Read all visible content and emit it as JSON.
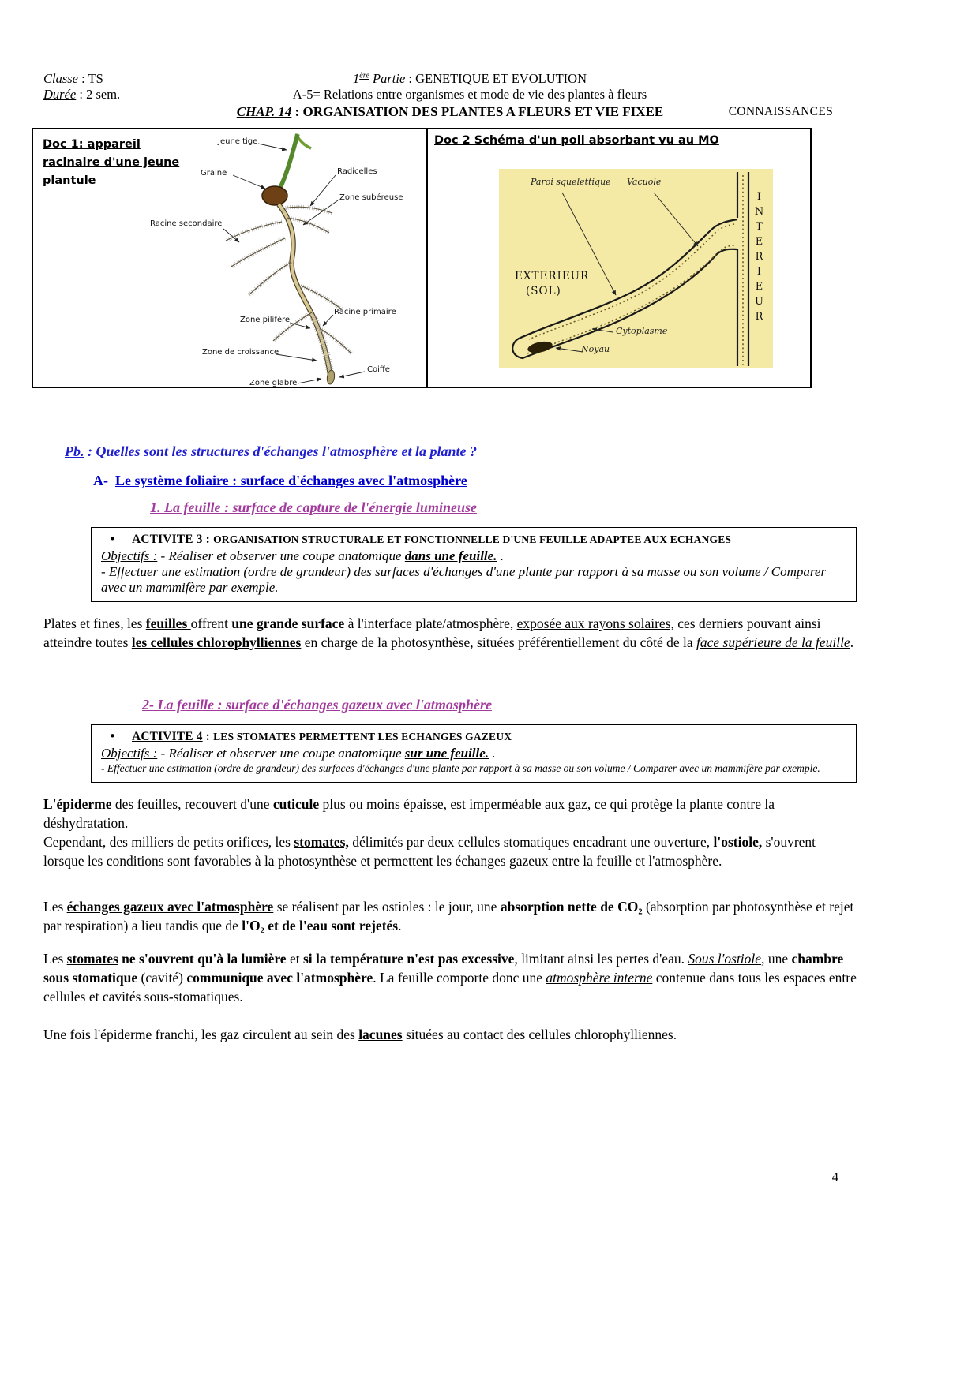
{
  "colors": {
    "heading_blue": "#0000cd",
    "problem_blue": "#1f1fd0",
    "heading_purple": "#a23a9e",
    "doc2_bg": "#f4eaa6"
  },
  "header": {
    "line1_left": [
      {
        "t": "Classe",
        "s": "iu"
      },
      {
        "t": " : TS",
        "s": ""
      }
    ],
    "line1_center": [
      {
        "t": "1",
        "s": "iu"
      },
      {
        "t": "ère",
        "s": "iup"
      },
      {
        "t": " Partie",
        "s": "iu"
      },
      {
        "t": " : GENETIQUE ET EVOLUTION",
        "s": ""
      }
    ],
    "line2_left": [
      {
        "t": "Durée",
        "s": "iu"
      },
      {
        "t": " : 2 sem.",
        "s": ""
      }
    ],
    "line2_center": [
      {
        "t": "A-5= Relations entre organismes et mode de vie des plantes à fleurs",
        "s": ""
      }
    ],
    "line3_center": [
      {
        "t": "CHAP. 14",
        "s": "biu"
      },
      {
        "t": " : ORGANISATION DES PLANTES A FLEURS ET VIE FIXEE",
        "s": "b"
      }
    ],
    "line3_right": "CONNAISSANCES"
  },
  "docs": {
    "doc1": {
      "title": "Doc 1: appareil racinaire d'une jeune plantule",
      "labels": [
        "Jeune tige",
        "Graine",
        "Radicelles",
        "Zone subéreuse",
        "Racine secondaire",
        "Zone pilifère",
        "Racine primaire",
        "Zone de croissance",
        "Coiffe",
        "Zone glabre"
      ]
    },
    "doc2": {
      "title": "Doc 2 Schéma d'un poil absorbant vu au MO",
      "labels": {
        "paroi": "Paroi squelettique",
        "vacuole": "Vacuole",
        "exterieur": "EXTERIEUR",
        "sol": "(SOL)",
        "interieur": "INTERIEUR",
        "cytoplasme": "Cytoplasme",
        "noyau": "Noyau"
      }
    }
  },
  "headings": {
    "problem": [
      {
        "t": "Pb.",
        "s": "biu"
      },
      {
        "t": " : Quelles sont les structures d'échanges l'atmosphère et la plante ?",
        "s": "bi"
      }
    ],
    "section_a": [
      {
        "t": "A-  ",
        "s": "b"
      },
      {
        "t": "Le système foliaire : surface d'échanges avec l'atmosphère",
        "s": "bu"
      }
    ],
    "sub1": [
      {
        "t": "1. La feuille : surface de capture de l'énergie lumineuse",
        "s": "biu"
      }
    ],
    "sub2": [
      {
        "t": "2- La feuille : surface d'échanges gazeux avec l'atmosphère",
        "s": "biu"
      }
    ]
  },
  "activity3": {
    "bullet": "•",
    "line1": [
      {
        "t": "ACTIVITE 3",
        "s": "bug"
      },
      {
        "t": " : ",
        "s": "bg"
      },
      {
        "t": "ORGANISATION STRUCTURALE ET FONCTIONNELLE D'UNE FEUILLE ADAPTEE AUX ECHANGES",
        "s": "b"
      }
    ],
    "line2": [
      {
        "t": "Objectifs :",
        "s": "iu"
      },
      {
        "t": " - Réaliser et observer une coupe anatomique ",
        "s": "i"
      },
      {
        "t": "dans une feuille.",
        "s": "biu"
      },
      {
        "t": " .",
        "s": "i"
      }
    ],
    "line3": [
      {
        "t": "- Effectuer une estimation (ordre de grandeur) des surfaces d'échanges d'une plante par rapport à sa masse ou son volume / Comparer avec un mammifère par exemple.",
        "s": "i"
      }
    ]
  },
  "activity4": {
    "bullet": "•",
    "line1": [
      {
        "t": "ACTIVITE 4",
        "s": "bug"
      },
      {
        "t": " : ",
        "s": "bg"
      },
      {
        "t": "LES STOMATES PERMETTENT LES ECHANGES GAZEUX",
        "s": "b"
      }
    ],
    "line2": [
      {
        "t": "Objectifs :",
        "s": "iu"
      },
      {
        "t": " - Réaliser et observer une coupe anatomique ",
        "s": "i"
      },
      {
        "t": "sur une feuille.",
        "s": "biu"
      },
      {
        "t": " .",
        "s": "i"
      }
    ],
    "line3": [
      {
        "t": "- Effectuer une estimation (ordre de grandeur) des surfaces d'échanges d'une plante par rapport à sa masse ou son volume / Comparer avec un mammifère par exemple.",
        "s": "i"
      }
    ]
  },
  "paragraphs": {
    "p1": [
      {
        "t": "Plates et fines, les ",
        "s": ""
      },
      {
        "t": "feuilles ",
        "s": "bu"
      },
      {
        "t": "offrent ",
        "s": ""
      },
      {
        "t": "une grande surface",
        "s": "b"
      },
      {
        "t": " à l'interface plate/atmosphère, ",
        "s": ""
      },
      {
        "t": "exposée aux rayons solaires,",
        "s": "u"
      },
      {
        "t": " ces derniers pouvant ainsi atteindre toutes ",
        "s": ""
      },
      {
        "t": "les cellules chlorophylliennes",
        "s": "bu"
      },
      {
        "t": " en charge de la photosynthèse, situées préférentiellement du côté de la ",
        "s": ""
      },
      {
        "t": "face supérieure de la feuille",
        "s": "iu"
      },
      {
        "t": ".",
        "s": ""
      }
    ],
    "p2a": [
      {
        "t": "L'épiderme",
        "s": "bu"
      },
      {
        "t": " des feuilles, recouvert d'une ",
        "s": ""
      },
      {
        "t": "cuticule",
        "s": "bu"
      },
      {
        "t": " plus ou moins épaisse, est imperméable aux gaz, ce qui protège la plante contre la déshydratation.",
        "s": ""
      }
    ],
    "p2b": [
      {
        "t": "Cependant, des milliers de petits orifices, les ",
        "s": ""
      },
      {
        "t": "stomates,",
        "s": "bu"
      },
      {
        "t": " délimités par deux cellules stomatiques encadrant une ouverture, ",
        "s": ""
      },
      {
        "t": "l'ostiole,",
        "s": "b"
      },
      {
        "t": " s'ouvrent lorsque les conditions sont favorables à la photosynthèse et permettent les échanges gazeux entre la feuille et l'atmosphère.",
        "s": ""
      }
    ],
    "p3": [
      {
        "t": "Les ",
        "s": ""
      },
      {
        "t": "échanges gazeux avec l'atmosphère",
        "s": "bu"
      },
      {
        "t": " se réalisent par les ostioles : le jour, une ",
        "s": ""
      },
      {
        "t": "absorption nette de CO₂",
        "s": "b"
      },
      {
        "t": " (absorption par photosynthèse et rejet par respiration) a lieu tandis que de ",
        "s": ""
      },
      {
        "t": "l'O₂ et de l'eau sont rejetés",
        "s": "b"
      },
      {
        "t": ".",
        "s": ""
      }
    ],
    "p4": [
      {
        "t": "Les ",
        "s": ""
      },
      {
        "t": "stomates",
        "s": "bu"
      },
      {
        "t": " ne s'ouvrent qu'à la lumière",
        "s": "b"
      },
      {
        "t": " et ",
        "s": ""
      },
      {
        "t": "si la température n'est pas excessive",
        "s": "b"
      },
      {
        "t": ", limitant ainsi les pertes d'eau. ",
        "s": ""
      },
      {
        "t": "Sous l'ostiole",
        "s": "iu"
      },
      {
        "t": ", une ",
        "s": ""
      },
      {
        "t": "chambre sous stomatique",
        "s": "b"
      },
      {
        "t": " (cavité) ",
        "s": ""
      },
      {
        "t": "communique avec l'atmosphère",
        "s": "b"
      },
      {
        "t": ". La feuille comporte donc une ",
        "s": ""
      },
      {
        "t": "atmosphère interne",
        "s": "iu"
      },
      {
        "t": " contenue dans tous les espaces entre cellules et cavités sous-stomatiques.",
        "s": ""
      }
    ],
    "p5": [
      {
        "t": "Une fois l'épiderme franchi, les gaz circulent au sein des ",
        "s": ""
      },
      {
        "t": "lacunes",
        "s": "bu"
      },
      {
        "t": " situées au contact des cellules chlorophylliennes.",
        "s": ""
      }
    ]
  },
  "page": {
    "number": "4"
  }
}
